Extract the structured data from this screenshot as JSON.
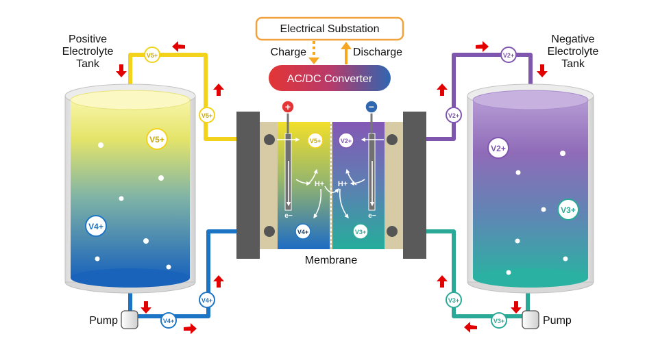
{
  "substation": {
    "label": "Electrical Substation"
  },
  "flow": {
    "charge_label": "Charge",
    "discharge_label": "Discharge"
  },
  "converter": {
    "label": "AC/DC Converter",
    "positive_symbol": "+",
    "negative_symbol": "−"
  },
  "positive_tank": {
    "label_line1": "Positive",
    "label_line2": "Electrolyte",
    "label_line3": "Tank"
  },
  "negative_tank": {
    "label_line1": "Negative",
    "label_line2": "Electrolyte",
    "label_line3": "Tank"
  },
  "pumps": {
    "left_label": "Pump",
    "right_label": "Pump"
  },
  "membrane": {
    "label": "Membrane"
  },
  "ions": {
    "v5": "V5+",
    "v4": "V4+",
    "v2": "V2+",
    "v3": "V3+",
    "proton": "H+",
    "electron": "e−"
  },
  "colors": {
    "positive_pipe_top": "#f2d21b",
    "positive_pipe_bottom": "#1c74c4",
    "negative_pipe_top": "#7f56ad",
    "negative_pipe_bottom": "#2aa998",
    "converter_left": "#e33535",
    "converter_right": "#2f66b0",
    "substation_border": "#f2a23c",
    "flow_arrow": "#f5a623",
    "direction_arrow": "#e30000"
  }
}
